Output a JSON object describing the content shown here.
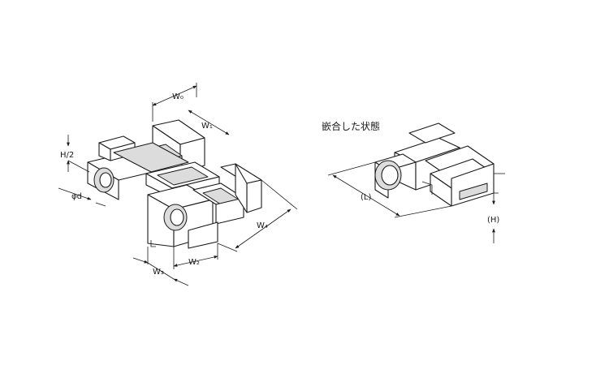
{
  "figure": {
    "left_part_label": "",
    "right_caption": "嵌合した状態"
  },
  "dimensions": {
    "w0": "W₀",
    "w1": "W₁",
    "w2": "W₂",
    "w3": "W₃",
    "w4": "W₄",
    "half_height": "H/2",
    "diameter": "φd",
    "length": "(L)",
    "height": "(H)"
  },
  "colors": {
    "line": "#1a1a1a",
    "shade": "#dcdcdc",
    "background": "#ffffff"
  }
}
